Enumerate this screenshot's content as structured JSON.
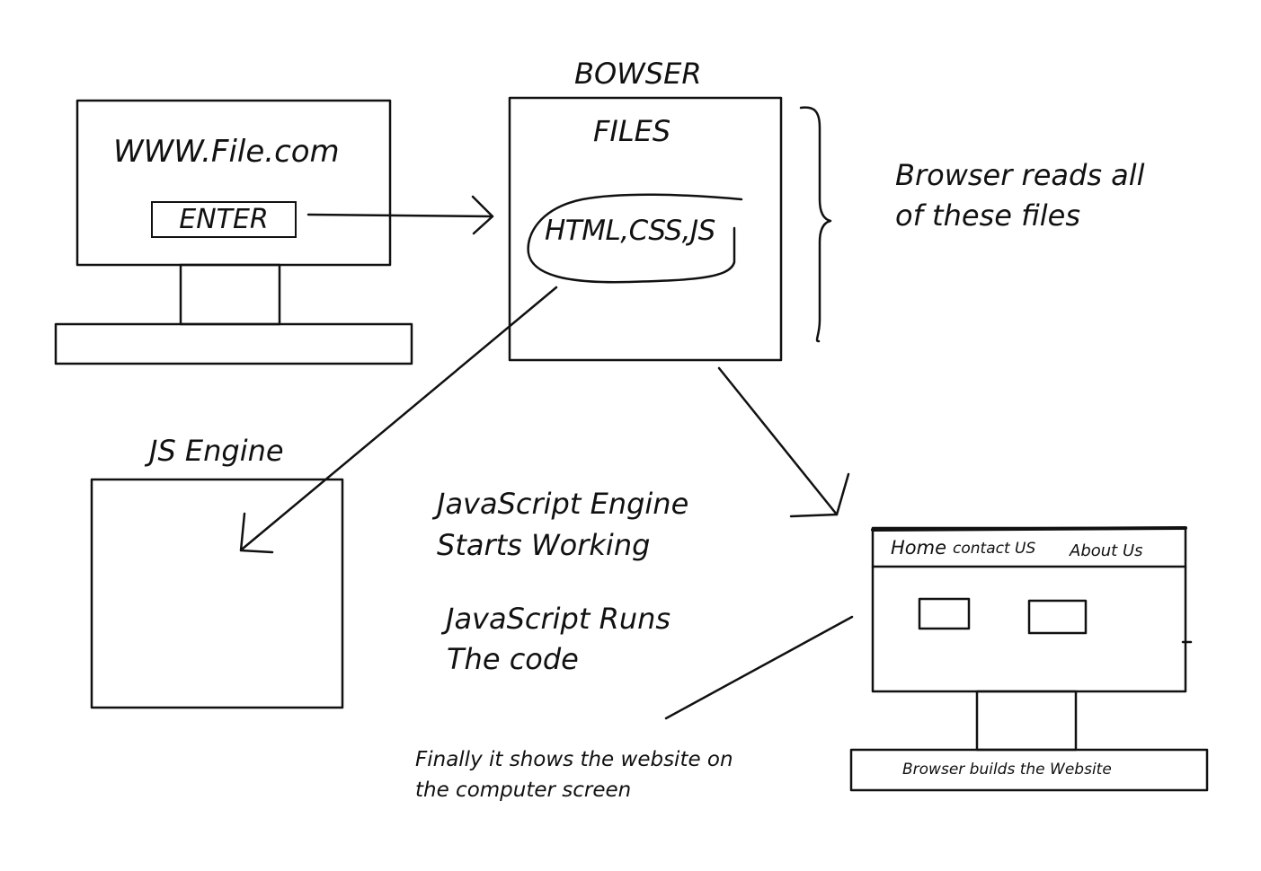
{
  "computer": {
    "url_text": "WWW.File.com",
    "enter_label": "ENTER"
  },
  "browser": {
    "title": "BOWSER",
    "files_label": "FILES",
    "file_types": "HTML,CSS,JS",
    "reads_note_line1": "Browser reads all",
    "reads_note_line2": "of these files"
  },
  "engine": {
    "title": "JS Engine",
    "starts_line1": "JavaScript Engine",
    "starts_line2": "Starts Working",
    "runs_line1": "JavaScript Runs",
    "runs_line2": "The code"
  },
  "result": {
    "nav": [
      "Home",
      "contact US",
      "About Us"
    ],
    "base_caption": "Browser builds the Website",
    "final_line1": "Finally it shows the website on",
    "final_line2": "the computer screen"
  }
}
